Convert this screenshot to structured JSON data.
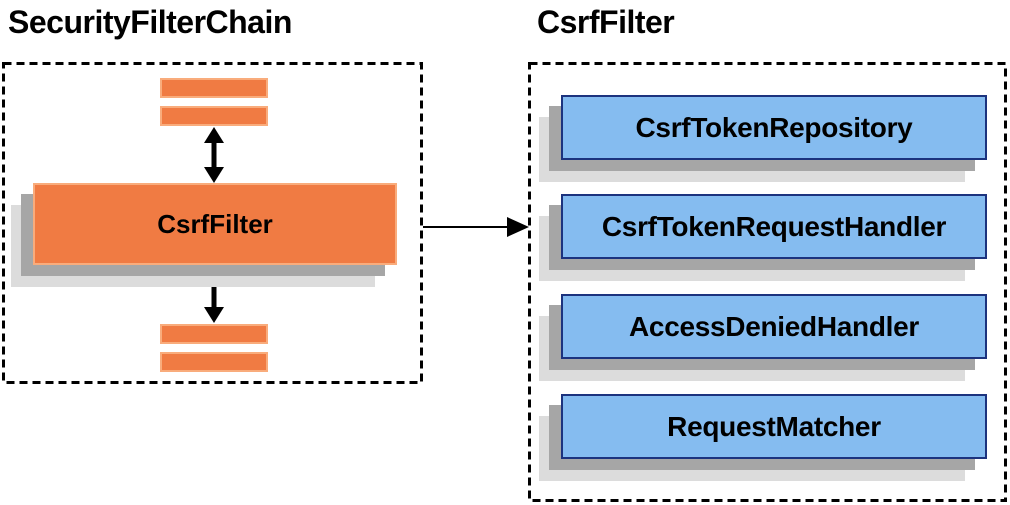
{
  "diagram": {
    "left_panel": {
      "title": "SecurityFilterChain",
      "filter_label": "CsrfFilter"
    },
    "right_panel": {
      "title": "CsrfFilter",
      "components": [
        {
          "label": "CsrfTokenRepository"
        },
        {
          "label": "CsrfTokenRequestHandler"
        },
        {
          "label": "AccessDeniedHandler"
        },
        {
          "label": "RequestMatcher"
        }
      ]
    },
    "colors": {
      "orange_fill": "#F07B43",
      "orange_border": "#F9AC7C",
      "blue_fill": "#85BCF0",
      "blue_border": "#1C337E",
      "shadow_dark": "#A6A6A6",
      "shadow_light": "#DCDCDC",
      "line": "#000000",
      "text": "#000000"
    }
  }
}
